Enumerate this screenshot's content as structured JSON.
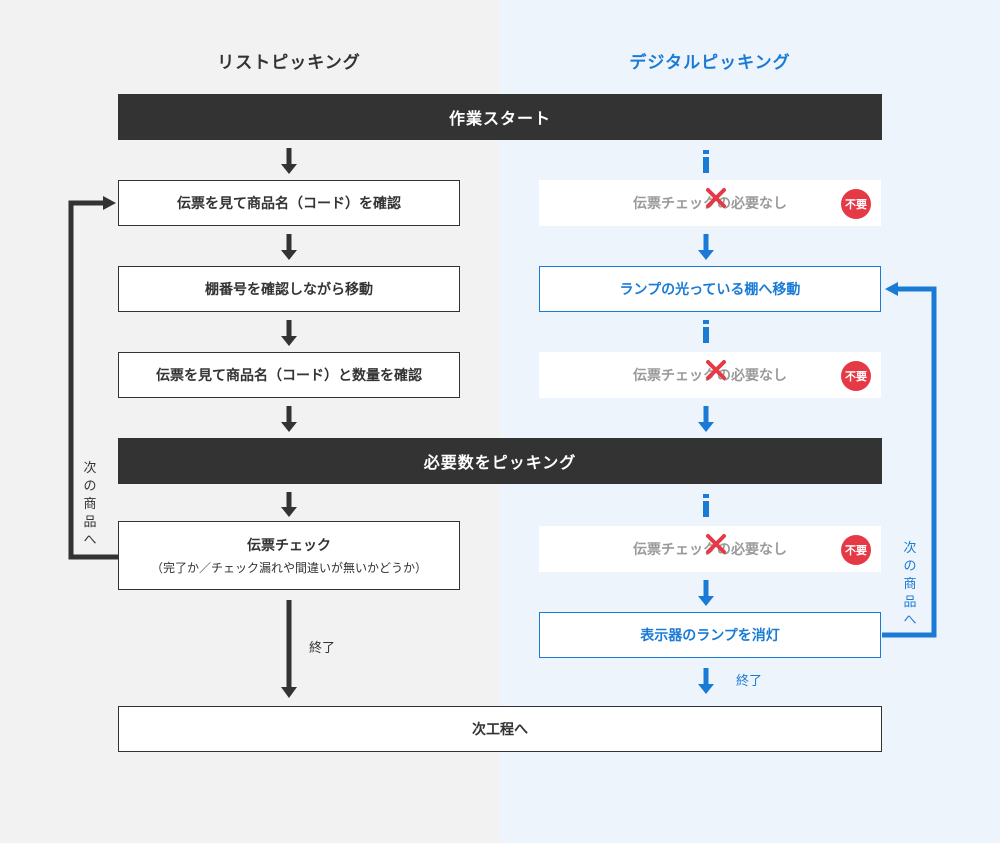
{
  "columns": {
    "left_title": "リストピッキング",
    "right_title": "デジタルピッキング"
  },
  "bars": {
    "start": "作業スタート",
    "pick": "必要数をピッキング",
    "next_process": "次工程へ"
  },
  "left_flow": {
    "step1": "伝票を見て商品名（コード）を確認",
    "step2": "棚番号を確認しながら移動",
    "step3": "伝票を見て商品名（コード）と数量を確認",
    "check_title": "伝票チェック",
    "check_sub": "（完了か／チェック漏れや間違いが無いかどうか）",
    "end_label": "終了",
    "loop_label": [
      "次",
      "の",
      "商",
      "品",
      "へ"
    ]
  },
  "right_flow": {
    "no_check": "伝票チェックの必要なし",
    "badge": "不要",
    "move": "ランプの光っている棚へ移動",
    "lamp_off": "表示器のランプを消灯",
    "end_label": "終了",
    "loop_label": [
      "次",
      "の",
      "商",
      "品",
      "へ"
    ]
  },
  "colors": {
    "dark": "#333333",
    "blue": "#1a7bd6",
    "red": "#e53946",
    "gray_text": "#9a9a9a"
  }
}
